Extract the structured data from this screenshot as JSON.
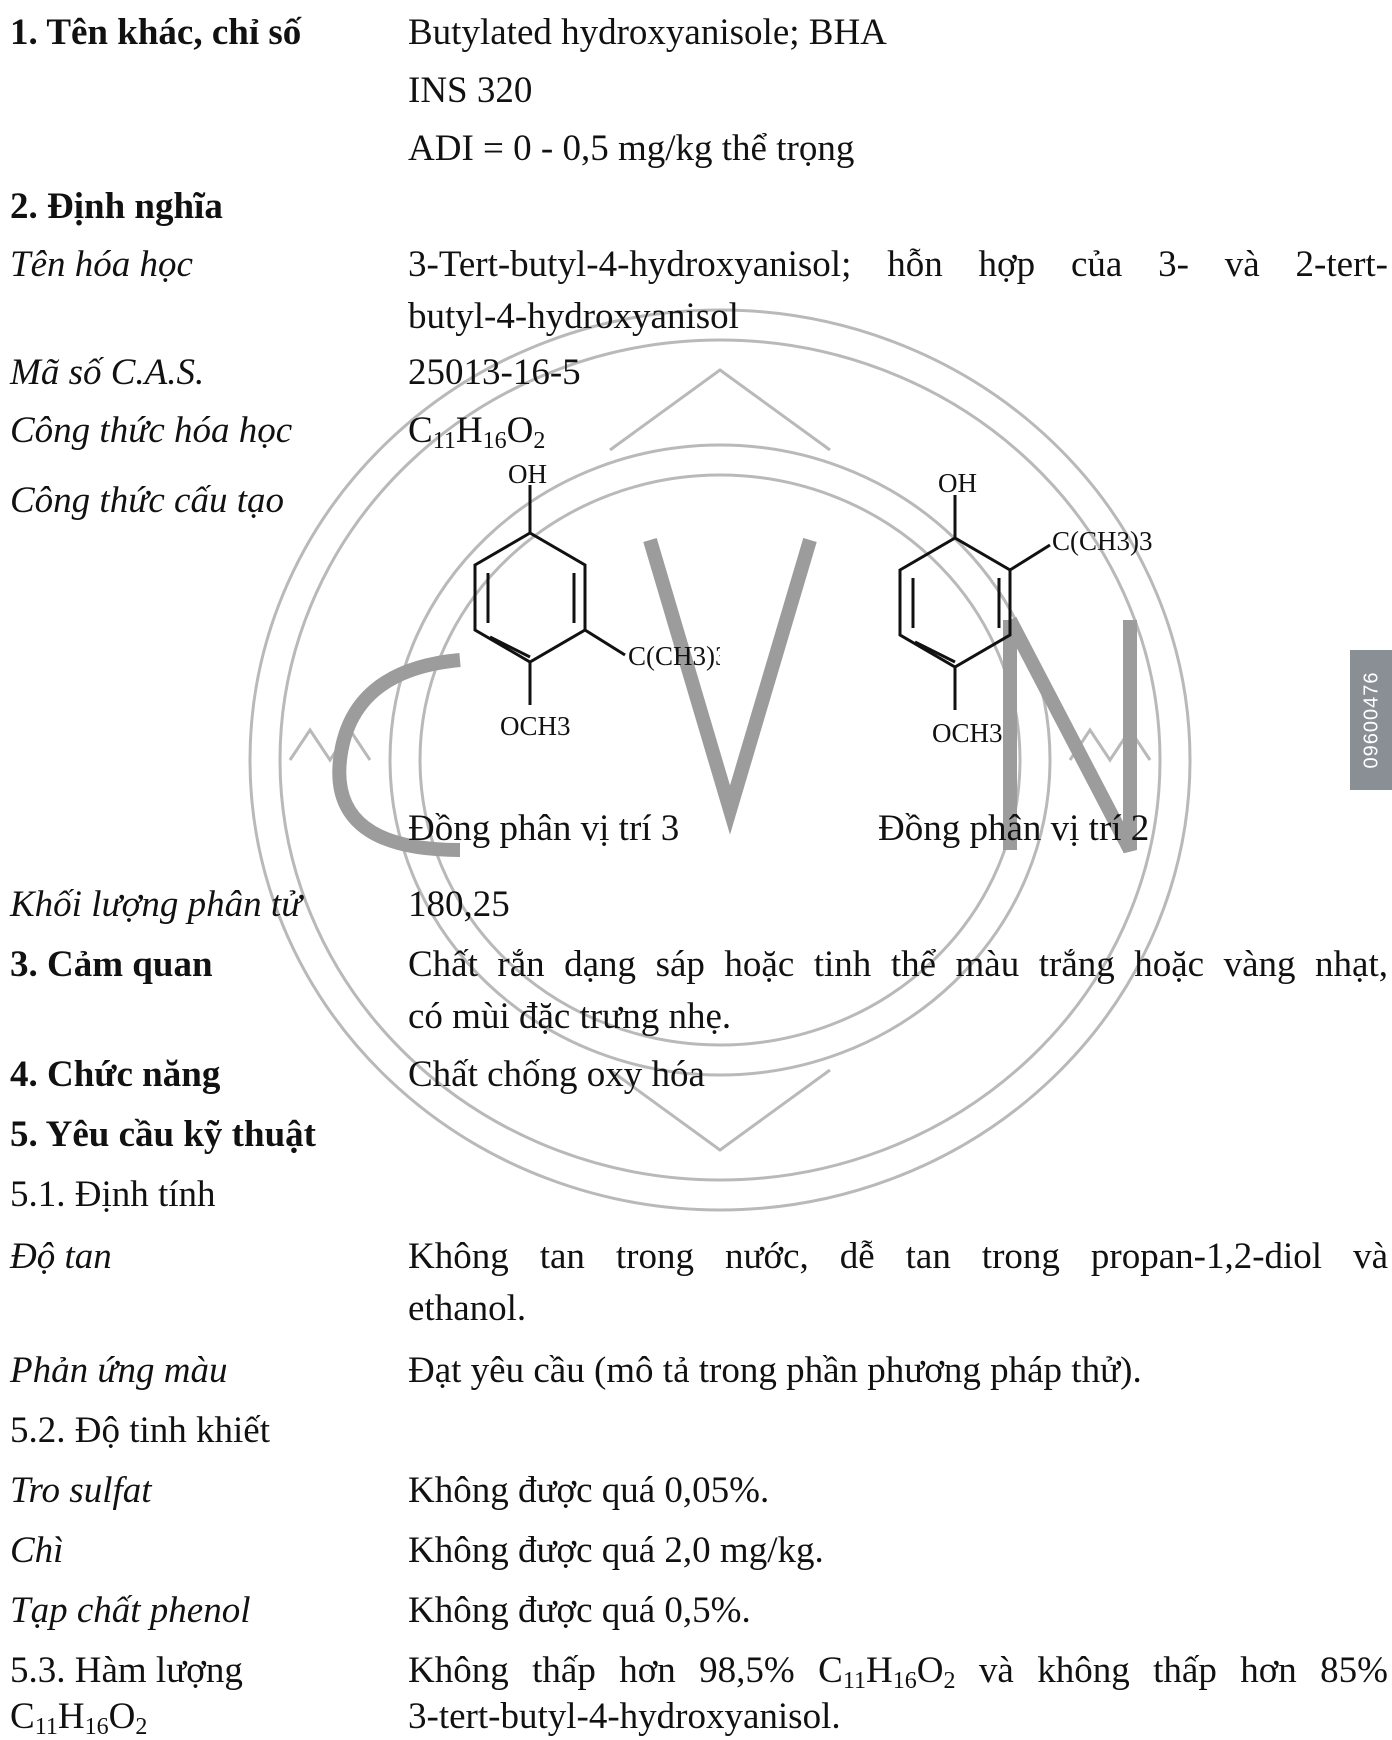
{
  "side_tag": "09600476",
  "sec1": {
    "heading": "1. Tên khác, chỉ số",
    "line1": "Butylated hydroxyanisole; BHA",
    "line2": "INS 320",
    "line3": "ADI = 0 - 0,5 mg/kg thể trọng"
  },
  "sec2": {
    "heading": "2. Định nghĩa",
    "chem_name_label": "Tên hóa học",
    "chem_name_line1": "3-Tert-butyl-4-hydroxyanisol; hỗn hợp của 3- và 2-tert-",
    "chem_name_line2": "butyl-4-hydroxyanisol",
    "cas_label": "Mã số C.A.S.",
    "cas_value": "25013-16-5",
    "formula_label": "Công thức hóa học",
    "formula_c": "C",
    "formula_c_n": "11",
    "formula_h": "H",
    "formula_h_n": "16",
    "formula_o": "O",
    "formula_o_n": "2",
    "structure_label": "Công thức cấu tạo",
    "struct_oh": "OH",
    "struct_och3": "OCH3",
    "struct_sub_group": "C(CH3)3",
    "isomer3_caption": "Đồng phân vị trí 3",
    "isomer2_caption": "Đồng phân vị trí 2",
    "mw_label": "Khối lượng phân tử",
    "mw_value": "180,25"
  },
  "sec3": {
    "heading": "3. Cảm quan",
    "line1": "Chất rắn dạng sáp hoặc tinh thể màu trắng hoặc vàng nhạt,",
    "line2": "có mùi đặc trưng nhẹ."
  },
  "sec4": {
    "heading": "4. Chức năng",
    "value": "Chất chống oxy hóa"
  },
  "sec5": {
    "heading": "5. Yêu cầu kỹ thuật",
    "sub1": "5.1. Định tính",
    "solubility_label": "Độ tan",
    "solubility_line1": "Không tan trong nước, dễ tan trong propan-1,2-diol và",
    "solubility_line2": "ethanol.",
    "color_reaction_label": "Phản ứng màu",
    "color_reaction_value": "Đạt yêu cầu (mô tả trong phần phương pháp thử).",
    "sub2": "5.2. Độ tinh khiết",
    "ash_label": "Tro sulfat",
    "ash_value": "Không được quá 0,05%.",
    "lead_label": "Chì",
    "lead_value": "Không được quá 2,0 mg/kg.",
    "phenol_label": "Tạp chất phenol",
    "phenol_value": "Không được quá 0,5%.",
    "sub3_line1": "5.3. Hàm lượng",
    "sub3_c": "C",
    "sub3_c_n": "11",
    "sub3_h": "H",
    "sub3_h_n": "16",
    "sub3_o": "O",
    "sub3_o_n": "2",
    "assay_pre": "Không thấp hơn 98,5% ",
    "assay_c": "C",
    "assay_c_n": "11",
    "assay_h": "H",
    "assay_h_n": "16",
    "assay_o": "O",
    "assay_o_n": "2",
    "assay_post": " và không thấp hơn 85%",
    "assay_line2": "3-tert-butyl-4-hydroxyanisol."
  }
}
